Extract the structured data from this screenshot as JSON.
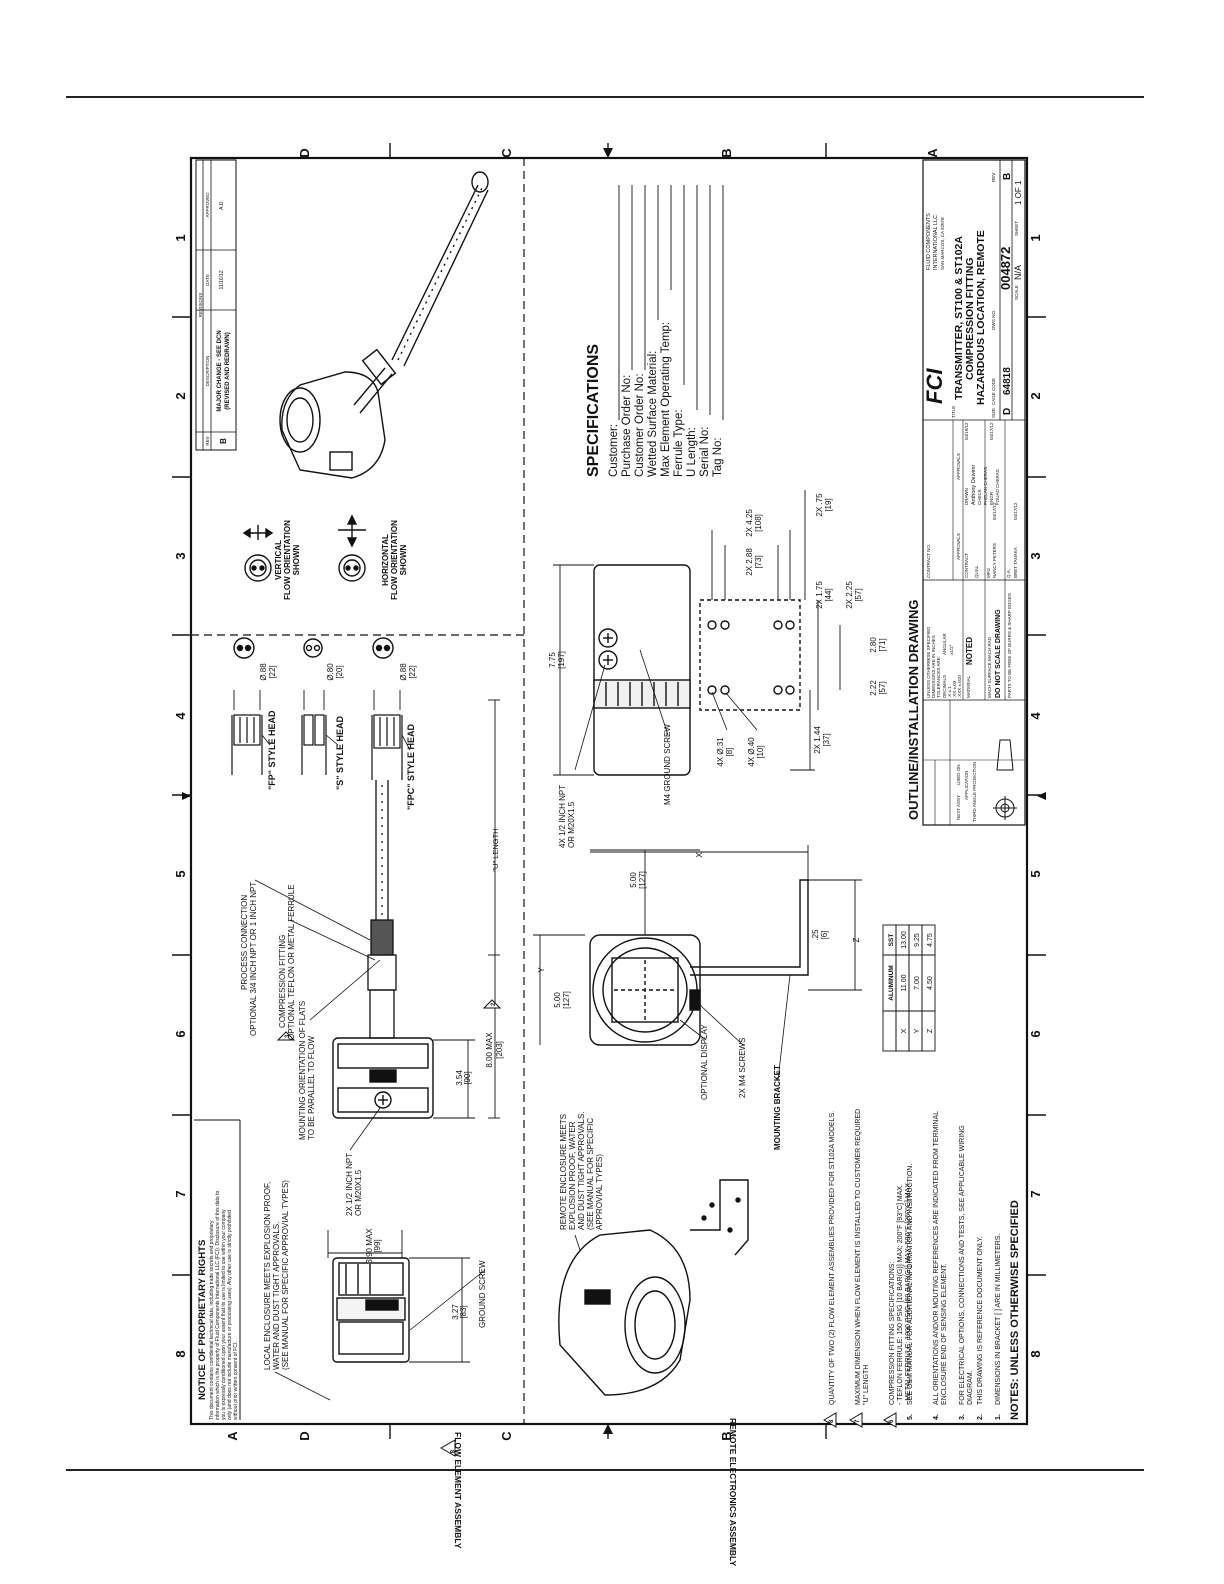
{
  "zone_labels": {
    "letters_top": [
      "D",
      "C",
      "B",
      "A"
    ],
    "letters_bottom": [
      "D",
      "C",
      "B",
      "A"
    ],
    "numbers_left": [
      "1",
      "2",
      "3",
      "4",
      "5",
      "6",
      "7",
      "8"
    ],
    "numbers_right": [
      "1",
      "2",
      "3",
      "4",
      "5",
      "6",
      "7",
      "8"
    ]
  },
  "revisions": {
    "heading": "REVISIONS",
    "columns": [
      "REV",
      "DESCRIPTION",
      "DATE",
      "APPROVED"
    ],
    "row": {
      "rev": "B",
      "description_1": "MAJOR CHANGE - SEE DCN",
      "description_2": "(REVISED AND REDRAWN)",
      "date": "11/16/12",
      "approved": "A.D."
    }
  },
  "proprietary": {
    "title": "NOTICE OF PROPRIETARY RIGHTS",
    "lines": [
      "This document contains confidential technical data, including trade secrets and proprietary",
      "information which is the property of Fluid Components International LLC (FCI). Disclosure of this data to",
      "you is expressly conditioned upon your assent that its use is limited to use within your company",
      "only (and does not include manufacture or processing uses). Any other use is strictly prohibited",
      "without prior written consent of FCI."
    ]
  },
  "flow_element": {
    "assembly_label": "FLOW ELEMENT ASSEMBLY",
    "note_flag": "8",
    "local_enclosure": [
      "LOCAL ENCLOSURE MEETS EXPLOSION PROOF,",
      "WATER AND DUST TIGHT APPROVALS.",
      "(SEE MANUAL FOR SPECIFIC APPROVIAL TYPES)"
    ],
    "ground_screw": "GROUND SCREW",
    "npt": [
      "2X 1/2 INCH NPT",
      "OR M20X1.5"
    ],
    "mounting_flats": [
      "MOUNTING ORIENTATION OF FLATS",
      "TO BE PARALLEL TO FLOW"
    ],
    "compression": [
      "COMPRESSION FITTING",
      "OPTIONAL TEFLON OR METAL FERRULE"
    ],
    "compression_flag": "3",
    "process_connection": [
      "PROCESS CONNECTION",
      "OPTIONAL 3/4 INCH NPT OR 1 INCH NPT"
    ],
    "dim_390": [
      "3.90 MAX",
      "[99]"
    ],
    "dim_327": [
      "3.27",
      "[83]"
    ],
    "dim_354": [
      "3.54",
      "[90]"
    ],
    "dim_800": [
      "8.00 MAX",
      "[203]"
    ],
    "dim_800_flag": "2",
    "u_length": "\"U\" LENGTH",
    "fp_head": "\"FP\" STYLE HEAD",
    "s_head": "\"S\" STYLE HEAD",
    "fpc_head": "\"FPC\" STYLE HEAD",
    "dia_fp": [
      "Ø.88",
      "[22]"
    ],
    "dia_s": [
      "Ø.80",
      "[20]"
    ],
    "dia_fpc": [
      "Ø.88",
      "[22]"
    ],
    "vertical": [
      "VERTICAL",
      "FLOW ORIENTATION",
      "SHOWN"
    ],
    "horizontal": [
      "HORIZONTAL",
      "FLOW ORIENTATION",
      "SHOWN"
    ]
  },
  "remote_electronics": {
    "assembly_label": "REMOTE ELECTRONICS ASSEMBLY",
    "remote_enclosure": [
      "REMOTE ENCLOSURE MEETS",
      "EXPLOSION PROOF, WATER",
      "AND DUST TIGHT APPROVALS.",
      "(SEE MANUAL FOR SPECIFIC",
      "APPROVIAL TYPES)"
    ],
    "optional_display": "OPTIONAL DISPLAY",
    "m4_screws": "2X M4 SCREWS",
    "mounting_bracket": "MOUNTING BRACKET",
    "dim_500a": [
      "5.00",
      "[127]"
    ],
    "dim_500b": [
      "5.00",
      "[127]"
    ],
    "dim_y": "Y",
    "dim_x": "X",
    "dim_z": "Z",
    "dim_25": [
      ".25",
      "[6]"
    ],
    "npt4": [
      "4X 1/2 INCH NPT",
      "OR M20X1.5"
    ],
    "m4_ground": "M4 GROUND SCREW",
    "dim_775": [
      "7.75",
      "[197]"
    ],
    "dim_031": [
      "4X Ø.31",
      "[8]"
    ],
    "dim_040": [
      "4X Ø.40",
      "[10]"
    ],
    "dim_144": [
      "2X 1.44",
      "[37]"
    ],
    "dim_222": [
      "2.22",
      "[57]"
    ],
    "dim_280": [
      "2.80",
      "[71]"
    ],
    "dim_175": [
      "2X 1.75",
      "[44]"
    ],
    "dim_225": [
      "2X 2.25",
      "[57]"
    ],
    "dim_288": [
      "2X 2.88",
      "[73]"
    ],
    "dim_425": [
      "2X 4.25",
      "[108]"
    ],
    "dim_75": [
      "2X .75",
      "[19]"
    ]
  },
  "spec_table": {
    "headers": [
      "",
      "ALUMINUM",
      "SST"
    ],
    "rows": [
      [
        "X",
        "11.00",
        "13.00"
      ],
      [
        "Y",
        "7.00",
        "9.25"
      ],
      [
        "Z",
        "4.50",
        "4.75"
      ]
    ]
  },
  "specifications": {
    "title": "SPECIFICATIONS",
    "fields": [
      "Customer:",
      "Purchase Order No:",
      "Customer Order No:",
      "Wetted Surface Material:",
      "Max Element Operating Temp:",
      "Ferrule Type:",
      "U Length:",
      "Serial No:",
      "Tag No:"
    ]
  },
  "notes": {
    "title": "NOTES: UNLESS OTHERWISE SPECIFIED",
    "items": [
      {
        "num": "1.",
        "lines": [
          "DIMENSIONS IN BRACKET [ ] ARE IN MILLIMETERS."
        ]
      },
      {
        "num": "2.",
        "lines": [
          "THIS DRAWING IS REFERENCE DOCUMENT ONLY."
        ]
      },
      {
        "num": "3.",
        "lines": [
          "FOR ELECTRICAL OPTIONS, CONNECTIONS AND TESTS, SEE APPLICABLE WIRING",
          "DIAGRAM."
        ]
      },
      {
        "num": "4.",
        "lines": [
          "ALL ORIENTATIONS AND/OR MOUTING REFERENCES ARE INDICATED FROM TERMINAL",
          "ENCLOSURE END OF SENSING ELEMENT."
        ]
      },
      {
        "num": "5.",
        "lines": [
          "SEE O&M MANUAL FOR ADDITIONAL INFORMATION AND INSTRUCTION."
        ]
      },
      {
        "num": "6",
        "flag": true,
        "lines": [
          "COMPRESSION FITTING SPECIFICATIONS:",
          "- TEFLON FERRULE: 150 PSIG [10 BAR(G)] MAX; 200°F [93°C] MAX.",
          "- METAL FERRULE: 1000 PSIG [69 BAR(G)] MAX; 500°F [260°C] MAX."
        ]
      },
      {
        "num": "7",
        "flag": true,
        "lines": [
          "MAXIMUM DIMENSION WHEN FLOW ELEMENT IS INSTALLED TO CUSTOMER REQUIRED",
          "\"U\" LENGTH"
        ]
      },
      {
        "num": "8",
        "flag": true,
        "lines": [
          "QUANTITY OF TWO (2) FLOW ELEMENT ASSEMBLIES PROVIDED FOR ST102A MODELS."
        ]
      }
    ]
  },
  "outline_title": "OUTLINE/INSTALLATION DRAWING",
  "title_block": {
    "next_assy": "NEXT ASSY",
    "used_on": "USED ON",
    "application": "APPLICATION",
    "third_angle": "THIRD ANGLE PROJECTION",
    "tolerances": [
      "UNLESS OTHERWISE SPECIFIED",
      "DIMENSIONS ARE IN INCHES",
      "TOLERANCES ARE:"
    ],
    "decimals": "DECIMALS",
    "angular": "ANGULAR",
    "tol_x": ".X ±.1",
    "tol_xx": ".XX ±.03",
    "tol_xxx": ".XXX ±.010",
    "tol_ang": "±1/2°",
    "material": "MATERIAL",
    "noted": "NOTED",
    "finish": "MACH SURFACE  MACH RAD",
    "dont_scale": "DO NOT SCALE DRAWING",
    "burrs": "PARTS TO BE FREE OF BURRS & SHARP EDGES",
    "contract_no": "CONTRACT NO.",
    "approvals": "APPROVALS",
    "contract": "CONTRACT",
    "qual": "QUAL",
    "mfg": "MFG",
    "mfg_name": "NANCY PETERS",
    "qa": "Q.A.",
    "qa_name": "BRET TANAKA",
    "drawn": "DRAWN",
    "drawn_name": "Anthony Dewimr",
    "check": "CHECK",
    "check_name": "PHELAN CHERAS",
    "engr": "ENGR",
    "engr_name": "FOUAD CHERAS",
    "date_1": "04/19/12",
    "date_2": "04/17/12",
    "date_3": "04/17/12",
    "date_4": "04/17/12",
    "logo": "FCI",
    "company": [
      "FLUID COMPONENTS",
      "INTERNATIONAL LLC",
      "SAN MARCOS, CA 92078"
    ],
    "title_label": "TITLE",
    "title_lines": [
      "TRANSMITTER, ST100 & ST102A",
      "COMPRESSION FITTING",
      "HAZARDOUS LOCATION, REMOTE"
    ],
    "size_label": "SIZE",
    "size": "D",
    "cage_label": "CAGE CODE",
    "cage": "64818",
    "dwg_label": "DWG NO.",
    "dwg": "004872",
    "rev_label": "REV",
    "rev": "B",
    "scale_label": "SCALE",
    "scale": "N/A",
    "sheet_label": "SHEET",
    "sheet": "1 OF 1"
  }
}
